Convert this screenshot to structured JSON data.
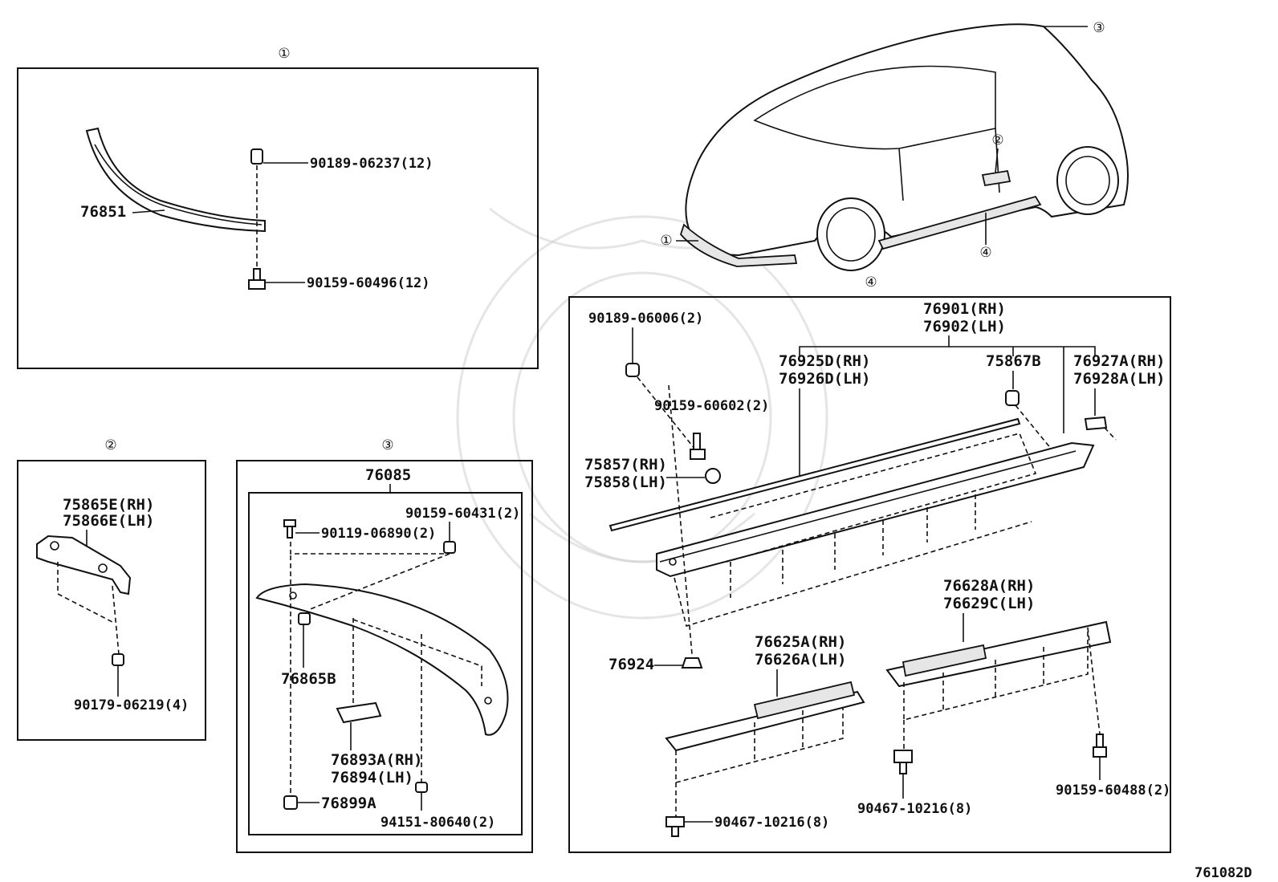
{
  "diagram_id": "761082D",
  "callouts": [
    "①",
    "②",
    "③",
    "④"
  ],
  "box1": {
    "part_76851": "76851",
    "clip": "90189-06237(12)",
    "screw": "90159-60496(12)"
  },
  "box2": {
    "protector_rh": "75865E(RH)",
    "protector_lh": "75866E(LH)",
    "clip": "90179-06219(4)"
  },
  "box3": {
    "spoiler": "76085",
    "bolt_a": "90119-06890(2)",
    "screw_a": "90159-60431(2)",
    "retainer": "76865B",
    "bracket_rh": "76893A(RH)",
    "bracket_lh": "76894(LH)",
    "cap": "76899A",
    "nut": "94151-80640(2)"
  },
  "box4": {
    "assy_rh": "76901(RH)",
    "assy_lh": "76902(LH)",
    "clip_a": "90189-06006(2)",
    "screw_a": "90159-60602(2)",
    "moulding_rh": "76925D(RH)",
    "moulding_lh": "76926D(LH)",
    "clip_b": "75867B",
    "end_rh": "76927A(RH)",
    "end_lh": "76928A(LH)",
    "plug_rh": "75857(RH)",
    "plug_lh": "75858(LH)",
    "nut": "76924",
    "bracket1_rh": "76625A(RH)",
    "bracket1_lh": "76626A(LH)",
    "bracket2_rh": "76628A(RH)",
    "bracket2_lh": "76629C(LH)",
    "bolt_a": "90467-10216(8)",
    "bolt_b": "90467-10216(8)",
    "screw_b": "90159-60488(2)"
  }
}
